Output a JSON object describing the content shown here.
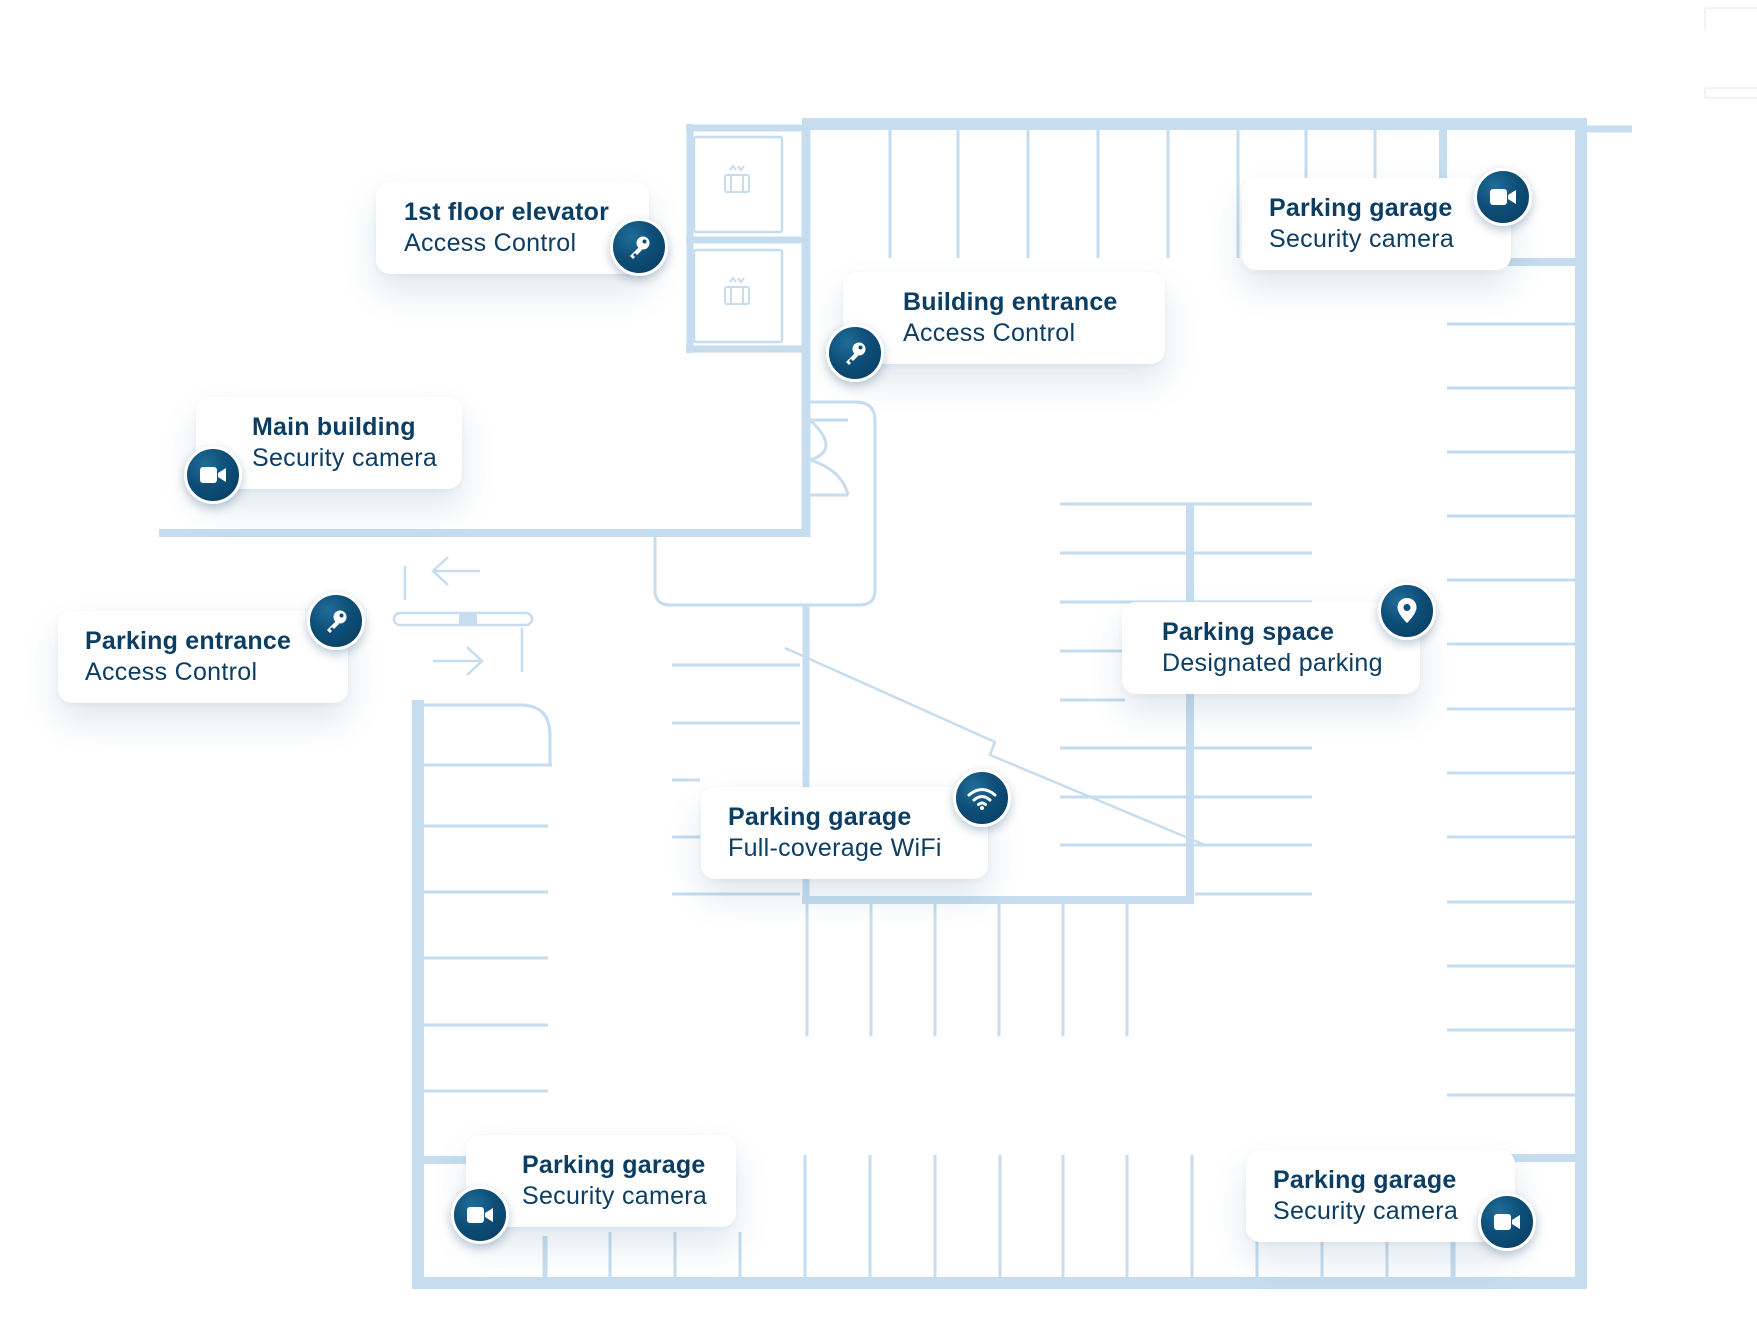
{
  "labels": [
    {
      "id": "elevator",
      "title": "1st floor elevator",
      "subtitle": "Access Control",
      "icon": "key-icon"
    },
    {
      "id": "building-entrance",
      "title": "Building entrance",
      "subtitle": "Access Control",
      "icon": "key-icon"
    },
    {
      "id": "garage-cam-top",
      "title": "Parking garage",
      "subtitle": "Security camera",
      "icon": "camera-icon"
    },
    {
      "id": "main-building",
      "title": "Main building",
      "subtitle": "Security camera",
      "icon": "camera-icon"
    },
    {
      "id": "parking-entrance",
      "title": "Parking entrance",
      "subtitle": "Access Control",
      "icon": "key-icon"
    },
    {
      "id": "parking-space",
      "title": "Parking space",
      "subtitle": "Designated parking",
      "icon": "map-pin-icon"
    },
    {
      "id": "garage-wifi",
      "title": "Parking garage",
      "subtitle": "Full-coverage WiFi",
      "icon": "wifi-icon"
    },
    {
      "id": "garage-cam-bottom-left",
      "title": "Parking garage",
      "subtitle": "Security camera",
      "icon": "camera-icon"
    },
    {
      "id": "garage-cam-bottom-right",
      "title": "Parking garage",
      "subtitle": "Security camera",
      "icon": "camera-icon"
    }
  ],
  "colors": {
    "wall": "#c5ddef",
    "line": "#c5ddef",
    "text": "#0c3d63",
    "badge": "#0d4e78"
  }
}
